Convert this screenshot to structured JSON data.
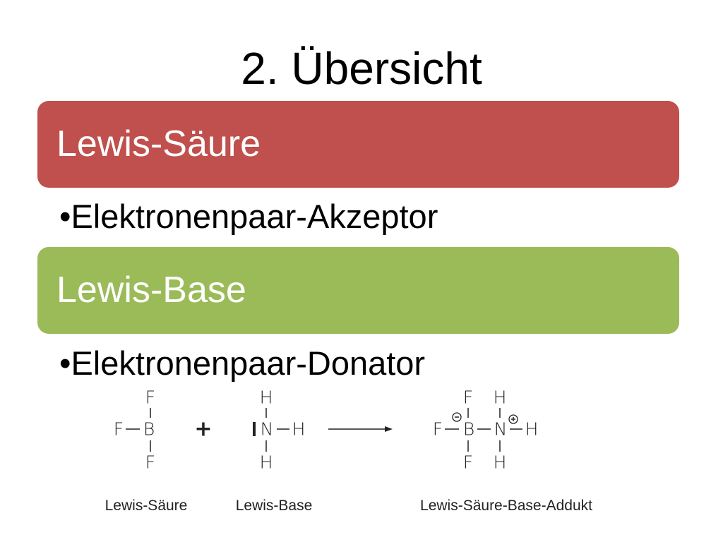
{
  "slide": {
    "title": "2. Übersicht",
    "acid_heading": "Lewis-Säure",
    "acid_bullet": "•Elektronenpaar-Akzeptor",
    "base_heading": "Lewis-Base",
    "base_bullet": "•Elektronenpaar-Donator",
    "colors": {
      "acid": "#C0504D",
      "base": "#9BBB59"
    }
  },
  "diagram": {
    "atoms": {
      "F": "F",
      "B": "B",
      "N": "N",
      "H": "H"
    },
    "plus": "+",
    "labels": {
      "acid": "Lewis-Säure",
      "base": "Lewis-Base",
      "adduct": "Lewis-Säure-Base-Addukt"
    }
  }
}
